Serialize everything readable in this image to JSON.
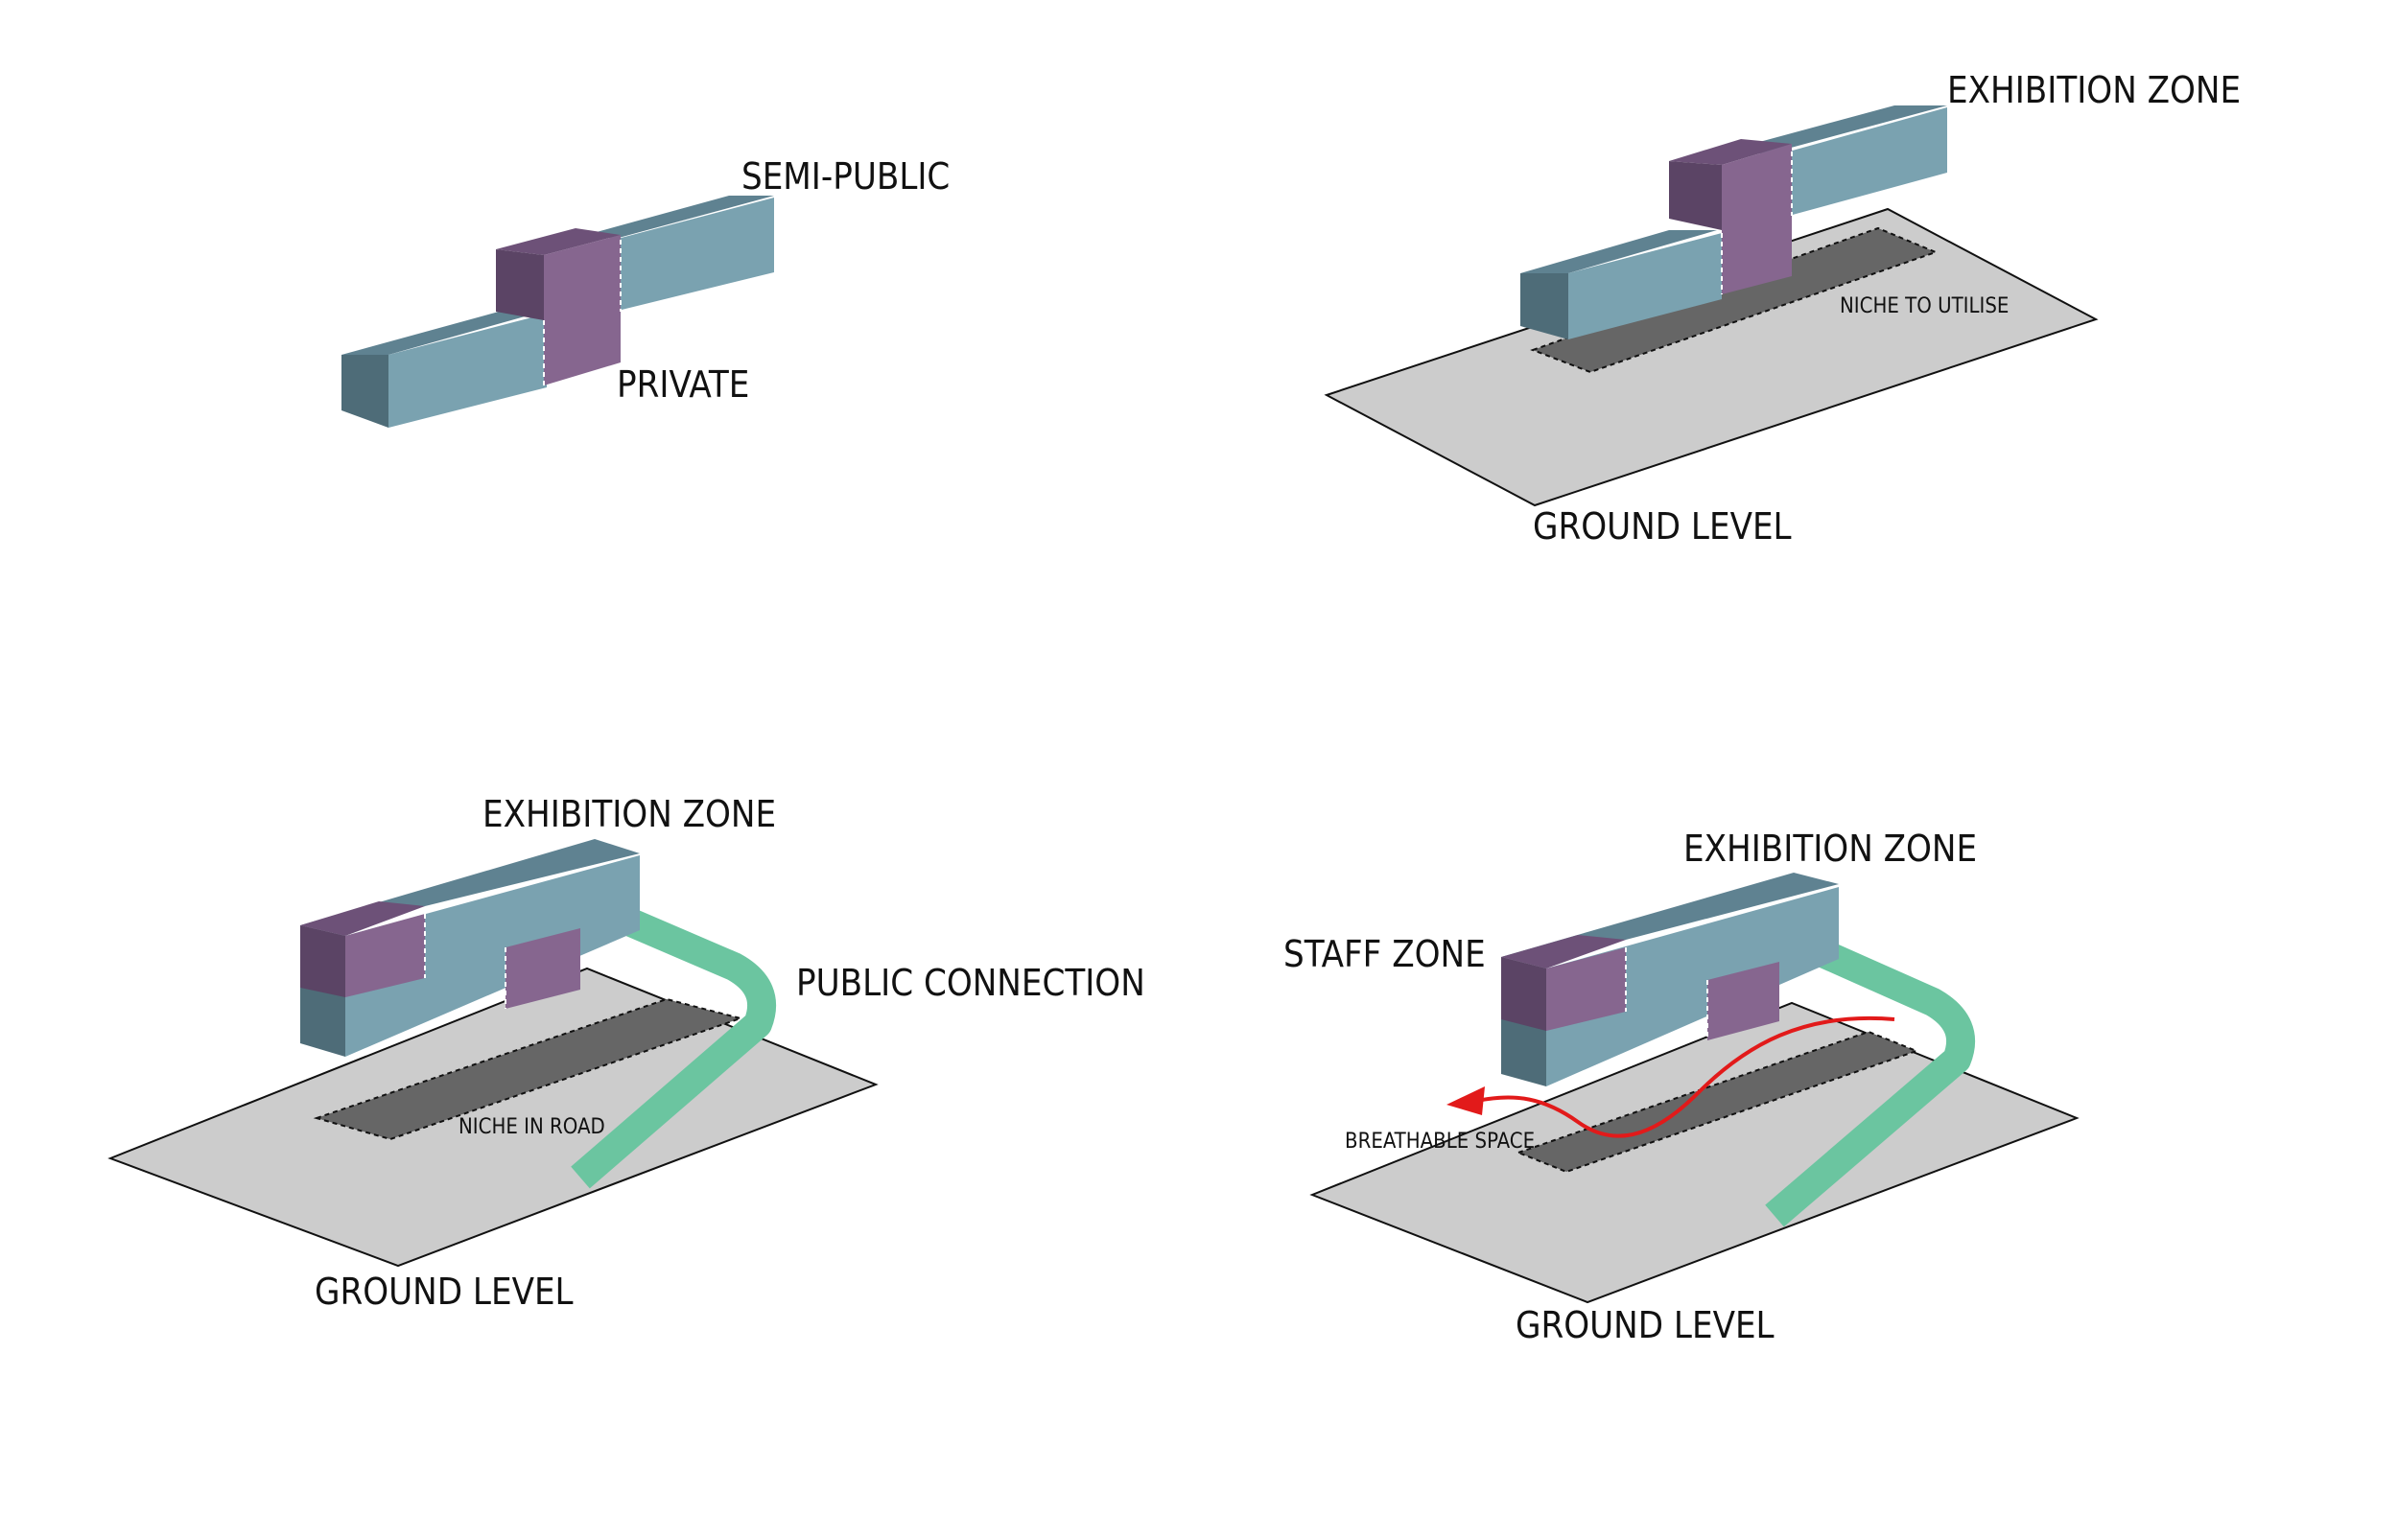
{
  "diagrams": [
    {
      "labels": {
        "top": "SEMI-PUBLIC",
        "middle": "PRIVATE"
      }
    },
    {
      "labels": {
        "top": "EXHIBITION ZONE",
        "niche": "NICHE TO UTILISE",
        "ground": "GROUND LEVEL"
      }
    },
    {
      "labels": {
        "top": "EXHIBITION ZONE",
        "connection": "PUBLIC CONNECTION",
        "niche": "NICHE IN ROAD",
        "ground": "GROUND LEVEL"
      }
    },
    {
      "labels": {
        "top": "EXHIBITION ZONE",
        "staff": "STAFF ZONE",
        "breathable": "BREATHABLE SPACE",
        "ground": "GROUND LEVEL"
      }
    }
  ],
  "colors": {
    "blue_front": "#7AA2B0",
    "blue_top": "#5F8291",
    "blue_side": "#4E6C78",
    "purple_front": "#86668F",
    "purple_top": "#6D5178",
    "purple_side": "#5B4465",
    "ground": "#CCCCCC",
    "niche": "#666666",
    "green_path": "#6BC5A0",
    "red_arrow": "#E21A1A"
  }
}
